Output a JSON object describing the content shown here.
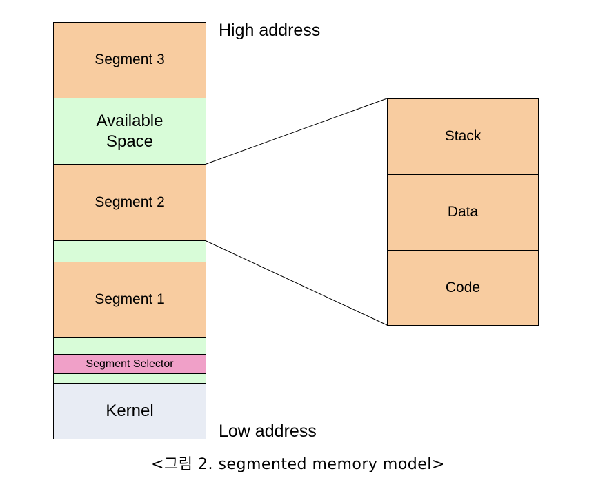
{
  "memory_stack": {
    "segment3": "Segment 3",
    "available_space": "Available\nSpace",
    "segment2": "Segment 2",
    "segment1": "Segment 1",
    "segment_selector": "Segment Selector",
    "kernel": "Kernel"
  },
  "address_labels": {
    "high": "High address",
    "low": "Low address"
  },
  "segment_detail": {
    "stack": "Stack",
    "data": "Data",
    "code": "Code"
  },
  "caption": "<그림 2. segmented memory model>",
  "colors": {
    "segment": "#f8cca0",
    "free_space": "#d8fcd8",
    "selector": "#f0a0c8",
    "kernel": "#e8ecf4"
  }
}
